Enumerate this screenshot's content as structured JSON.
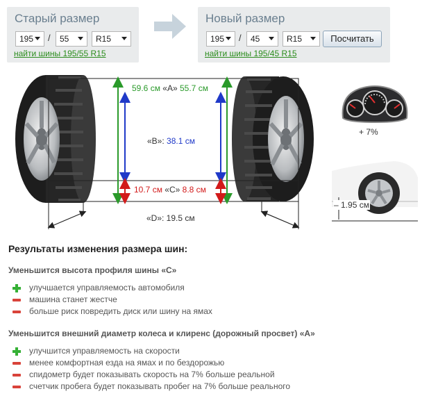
{
  "old_size": {
    "title": "Старый размер",
    "width": "195",
    "profile": "55",
    "rim": "R15",
    "separator": "/",
    "find_link": "найти шины 195/55 R15"
  },
  "new_size": {
    "title": "Новый размер",
    "width": "195",
    "profile": "45",
    "rim": "R15",
    "separator": "/",
    "find_link": "найти шины 195/45 R15",
    "calc_button": "Посчитать"
  },
  "diagram": {
    "a_old": "59.6 см",
    "a_tag": "«A»",
    "a_new": "55.7 см",
    "b_tag": "«B»:",
    "b_value": "38.1 см",
    "c_old": "10.7 см",
    "c_tag": "«C»",
    "c_new": "8.8 см",
    "d_label": "«D»: 19.5 см"
  },
  "speedometer": {
    "delta": "+ 7%"
  },
  "clearance": {
    "delta": "– 1.95 см"
  },
  "results": {
    "title": "Результаты изменения размера шин:",
    "sections": [
      {
        "title": "Уменьшится высота профиля шины «C»",
        "items": [
          {
            "kind": "plus",
            "text": "улучшается управляемость автомобиля"
          },
          {
            "kind": "minus",
            "text": "машина станет жестче"
          },
          {
            "kind": "minus",
            "text": "больше риск повредить диск или шину на ямах"
          }
        ]
      },
      {
        "title": "Уменьшится внешний диаметр колеса и клиренс (дорожный просвет) «A»",
        "items": [
          {
            "kind": "plus",
            "text": "улучшится управляемость на скорости"
          },
          {
            "kind": "minus",
            "text": "менее комфортная езда на ямах и по бездорожью"
          },
          {
            "kind": "minus",
            "text": "спидометр будет показывать скорость на 7% больше реальной"
          },
          {
            "kind": "minus",
            "text": "счетчик пробега будет показывать пробег на 7% больше реального"
          }
        ]
      }
    ]
  },
  "colors": {
    "old_dimension": "#2a9a2a",
    "inner_dimension": "#1f39c8",
    "new_dimension": "#d21a1a",
    "link": "#2a8c1c",
    "plus_icon": "#35b035",
    "minus_icon": "#d9433a"
  }
}
